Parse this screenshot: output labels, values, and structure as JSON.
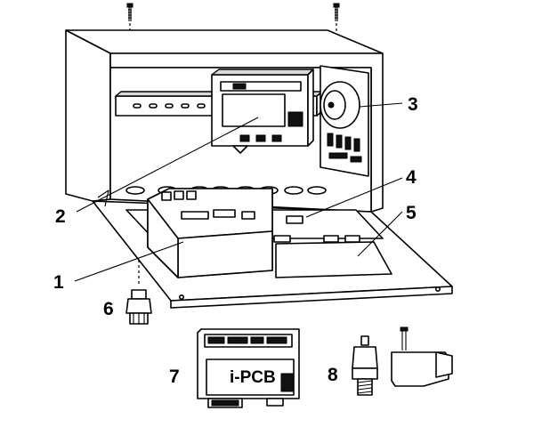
{
  "callouts": [
    {
      "id": "1",
      "label": "1"
    },
    {
      "id": "2",
      "label": "2"
    },
    {
      "id": "3",
      "label": "3"
    },
    {
      "id": "4",
      "label": "4"
    },
    {
      "id": "5",
      "label": "5"
    },
    {
      "id": "6",
      "label": "6"
    },
    {
      "id": "7",
      "label": "7"
    },
    {
      "id": "8",
      "label": "8"
    }
  ],
  "module_label": "i-PCB"
}
